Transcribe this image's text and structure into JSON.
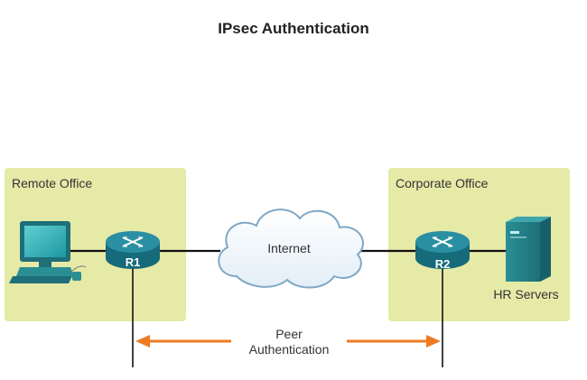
{
  "title": "IPsec Authentication",
  "remote_office": {
    "label": "Remote Office",
    "router_label": "R1"
  },
  "corporate_office": {
    "label": "Corporate Office",
    "router_label": "R2",
    "server_label": "HR Servers"
  },
  "cloud_label": "Internet",
  "peer_auth": {
    "line1": "Peer",
    "line2": "Authentication"
  },
  "colors": {
    "zone_fill": "#e6eaa7",
    "router": "#1f7f91",
    "pc_screen": "#2fb0b6",
    "arrow": "#f07a22",
    "cloud_stroke": "#7fa8c6"
  }
}
